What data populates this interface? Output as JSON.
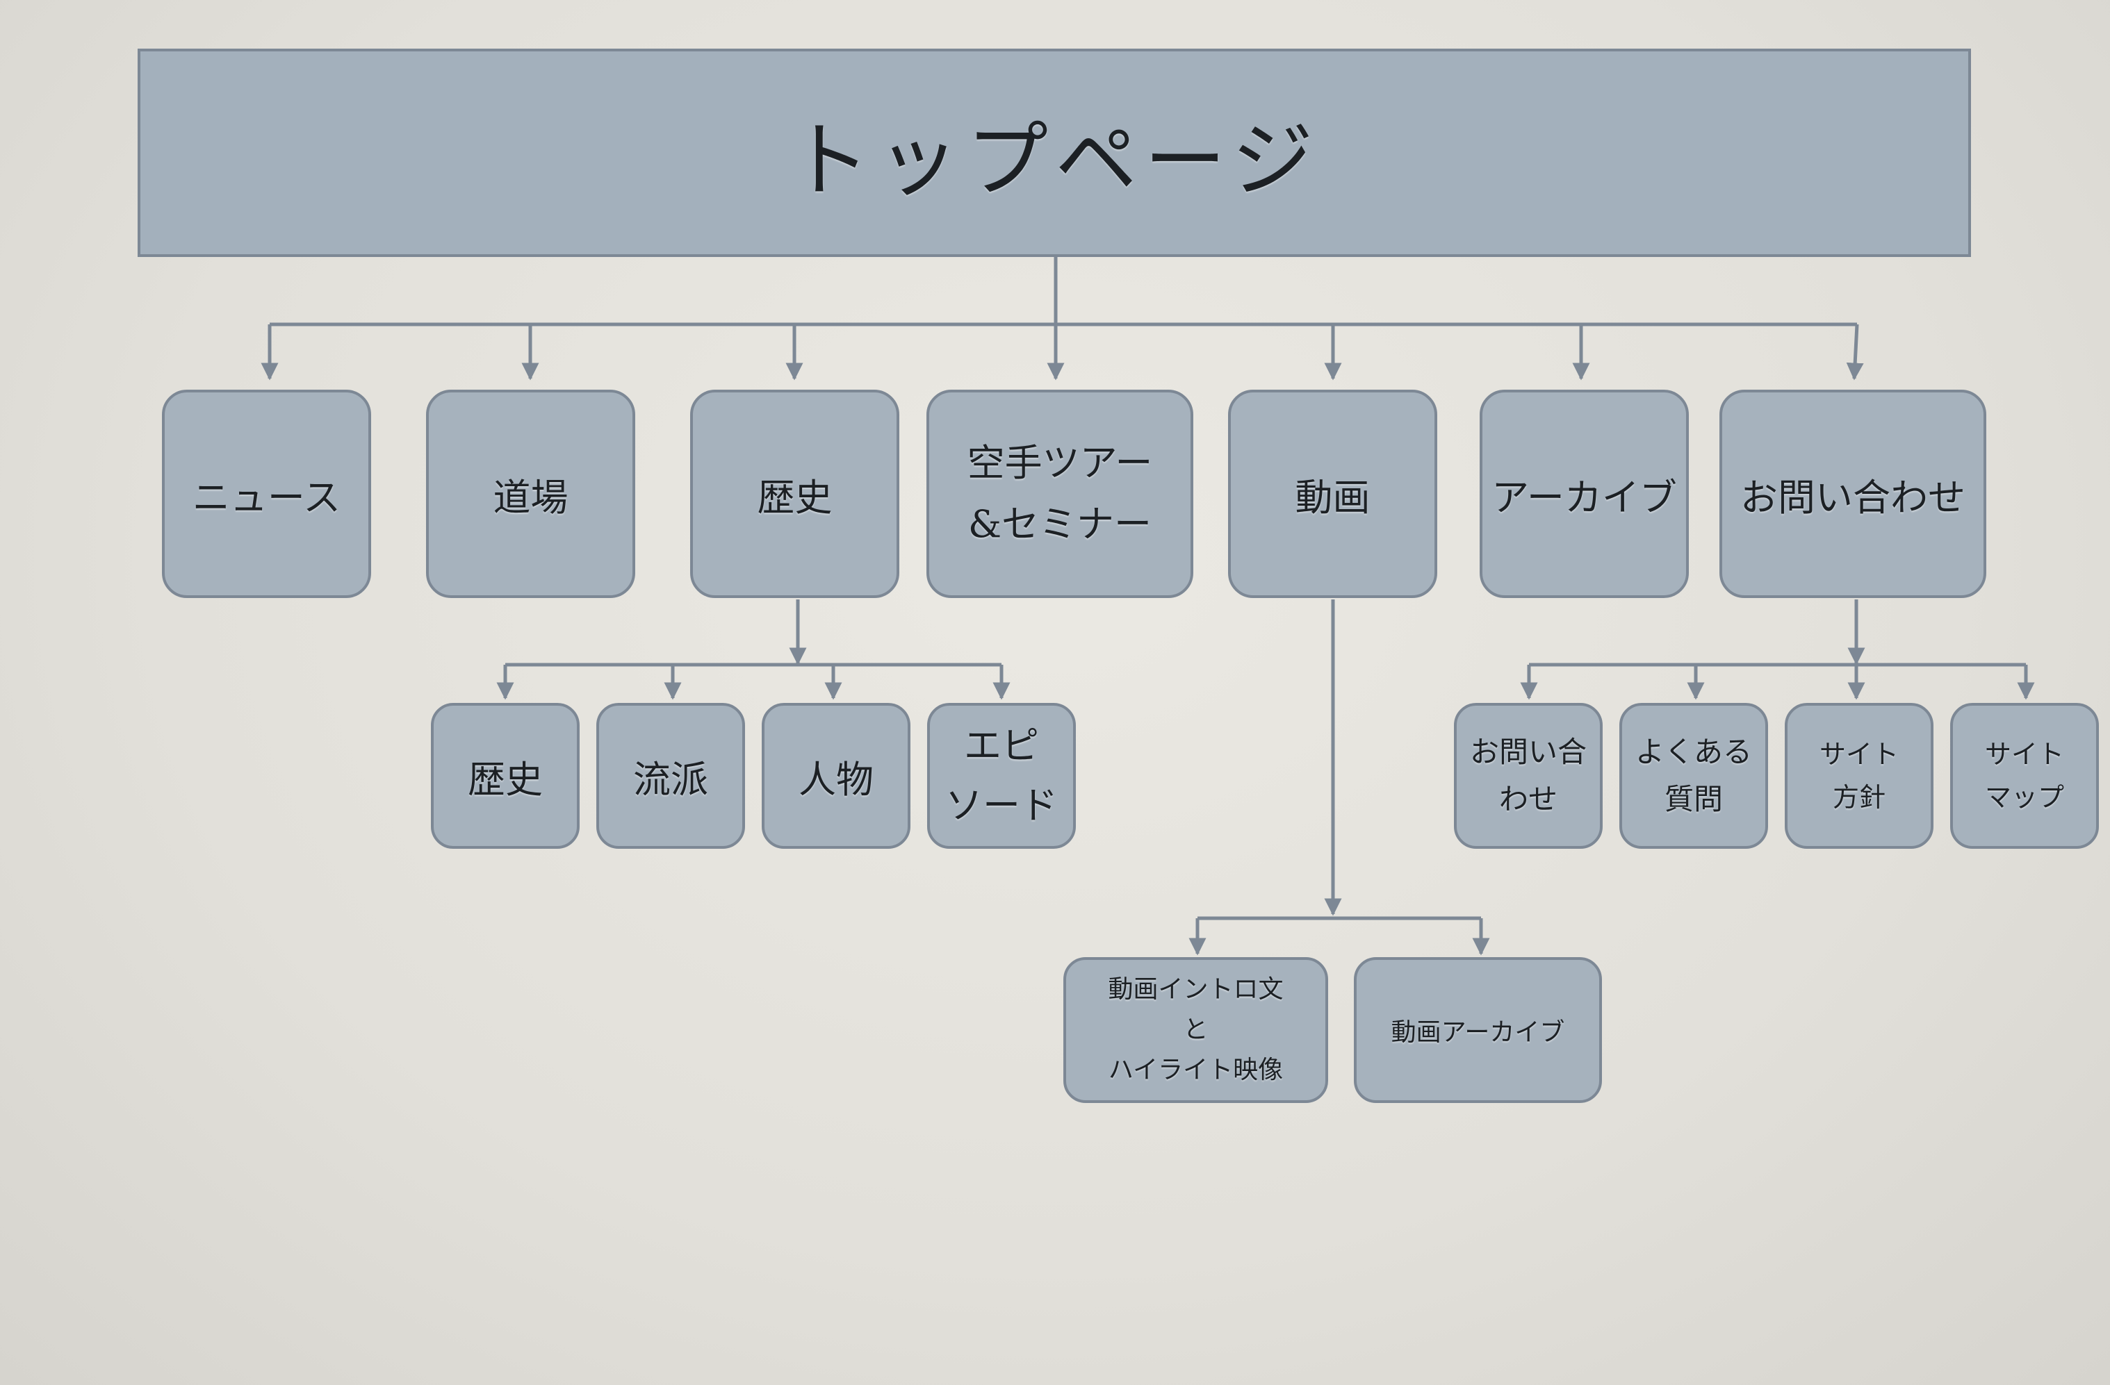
{
  "top": {
    "label": "トップページ"
  },
  "level1": [
    {
      "id": "news",
      "label": "ニュース"
    },
    {
      "id": "dojo",
      "label": "道場"
    },
    {
      "id": "history",
      "label": "歴史"
    },
    {
      "id": "tour",
      "label": "空手ツアー\n&セミナー"
    },
    {
      "id": "video",
      "label": "動画"
    },
    {
      "id": "archive",
      "label": "アーカイブ"
    },
    {
      "id": "contact",
      "label": "お問い合わせ"
    }
  ],
  "history_children": [
    {
      "id": "history-sub",
      "label": "歴史"
    },
    {
      "id": "schools",
      "label": "流派"
    },
    {
      "id": "people",
      "label": "人物"
    },
    {
      "id": "episodes",
      "label": "エピ\nソード"
    }
  ],
  "contact_children": [
    {
      "id": "contact-sub",
      "label": "お問い合\nわせ"
    },
    {
      "id": "faq",
      "label": "よくある\n質問"
    },
    {
      "id": "policy",
      "label": "サイト\n方針"
    },
    {
      "id": "sitemap",
      "label": "サイト\nマップ"
    }
  ],
  "video_children": [
    {
      "id": "video-intro",
      "label": "動画イントロ文\nと\nハイライト映像"
    },
    {
      "id": "video-archive",
      "label": "動画アーカイブ"
    }
  ],
  "colors": {
    "box_fill": "#a6b2bd",
    "box_border": "#7d8895",
    "connector": "#7d8895",
    "background": "#e6e4de"
  }
}
